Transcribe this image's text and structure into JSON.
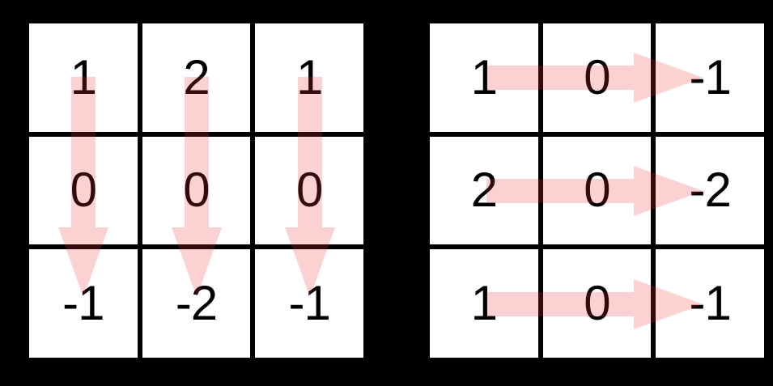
{
  "diagram": {
    "description": "Two 3x3 convolution kernel matrices (Sobel operators) with translucent red arrows showing gradient direction",
    "background_color": "#000000",
    "cell_color": "#ffffff",
    "grid_line_color": "#000000",
    "number_color": "#000000",
    "arrow_color": "rgba(237,50,45,0.22)",
    "arrow_color_over_white": "#fbcdcb",
    "grids": [
      {
        "name": "vertical-gradient-kernel",
        "arrow_direction": "down",
        "rows": [
          [
            "1",
            "2",
            "1"
          ],
          [
            "0",
            "0",
            "0"
          ],
          [
            "-1",
            "-2",
            "-1"
          ]
        ]
      },
      {
        "name": "horizontal-gradient-kernel",
        "arrow_direction": "right",
        "rows": [
          [
            "1",
            "0",
            "-1"
          ],
          [
            "2",
            "0",
            "-2"
          ],
          [
            "1",
            "0",
            "-1"
          ]
        ]
      }
    ]
  }
}
